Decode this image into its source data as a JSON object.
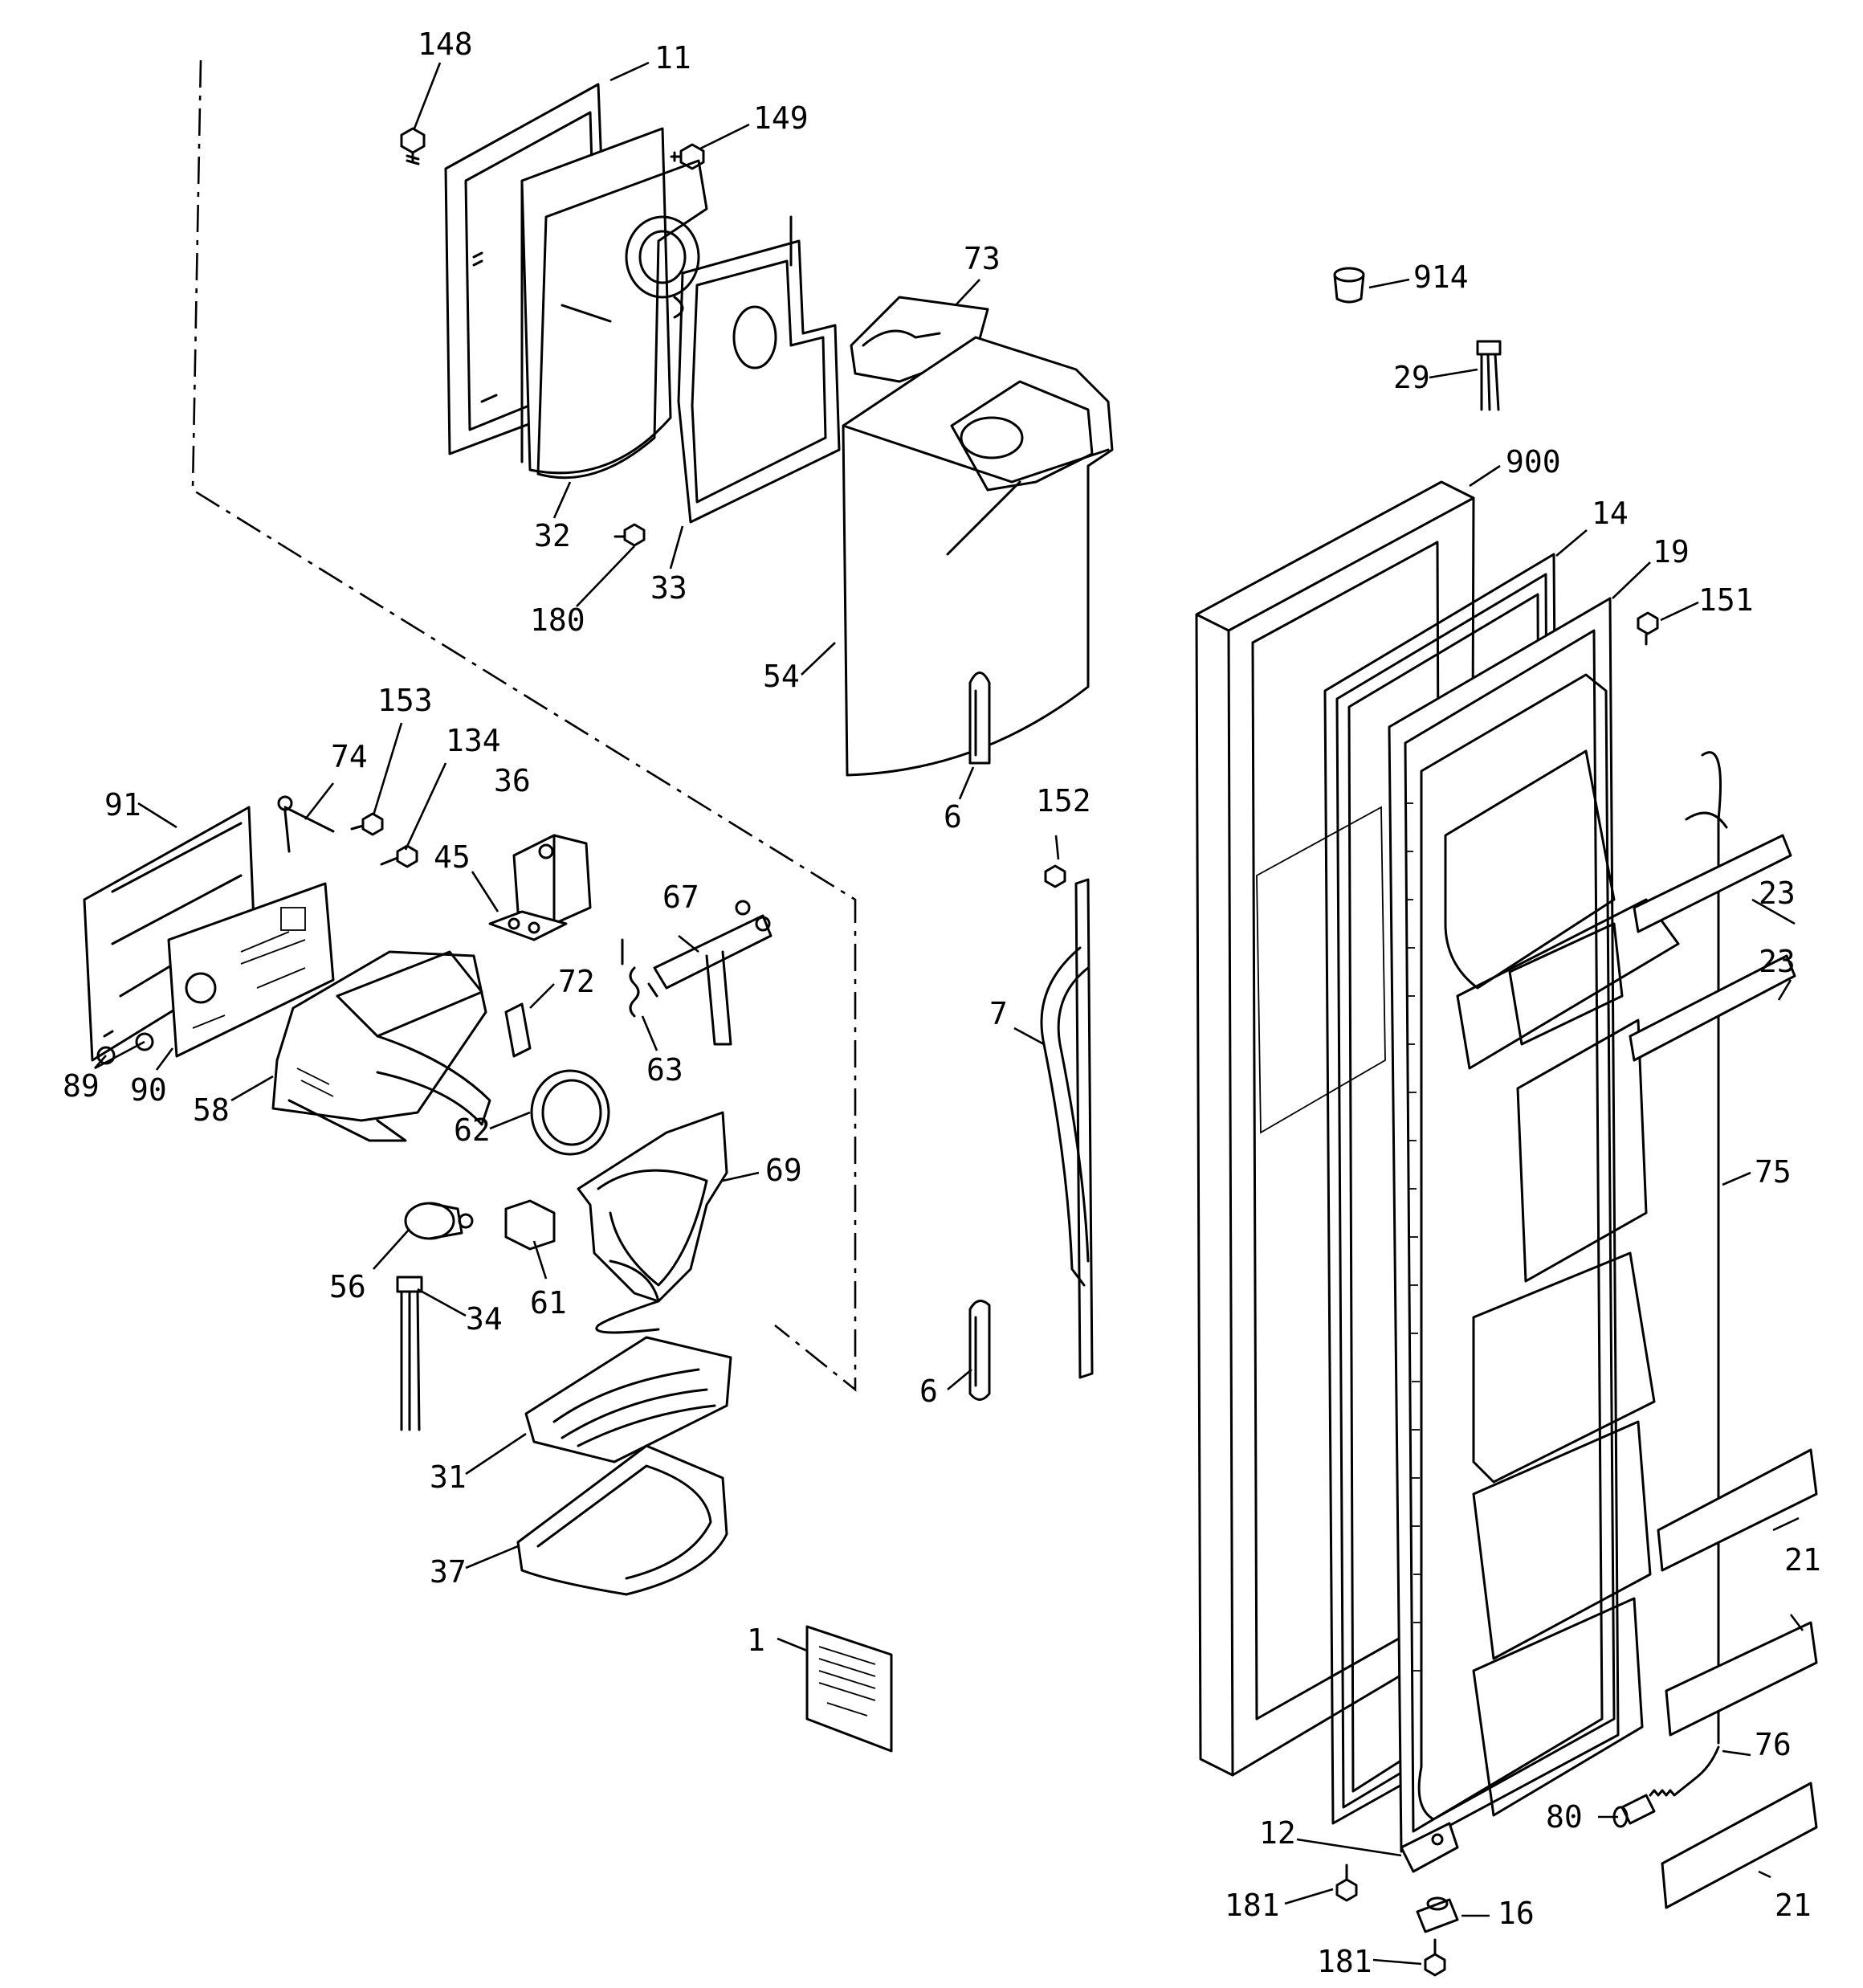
{
  "diagram": {
    "labels": {
      "p148": "148",
      "p11": "11",
      "p149": "149",
      "p73": "73",
      "p914": "914",
      "p29": "29",
      "p900": "900",
      "p14": "14",
      "p19": "19",
      "p151": "151",
      "p32": "32",
      "p180": "180",
      "p33": "33",
      "p54": "54",
      "p153": "153",
      "p134": "134",
      "p74": "74",
      "p91": "91",
      "p36": "36",
      "p45": "45",
      "p67": "67",
      "p72": "72",
      "p63": "63",
      "p152": "152",
      "p6a": "6",
      "p7": "7",
      "p89": "89",
      "p90": "90",
      "p58": "58",
      "p62": "62",
      "p69": "69",
      "p56": "56",
      "p61": "61",
      "p34": "34",
      "p6b": "6",
      "p31": "31",
      "p37": "37",
      "p1": "1",
      "p23": "23",
      "p23b": "23",
      "p75": "75",
      "p21a": "21",
      "p21b": "21",
      "p76": "76",
      "p80": "80",
      "p12": "12",
      "p181a": "181",
      "p16": "16",
      "p181b": "181"
    }
  }
}
